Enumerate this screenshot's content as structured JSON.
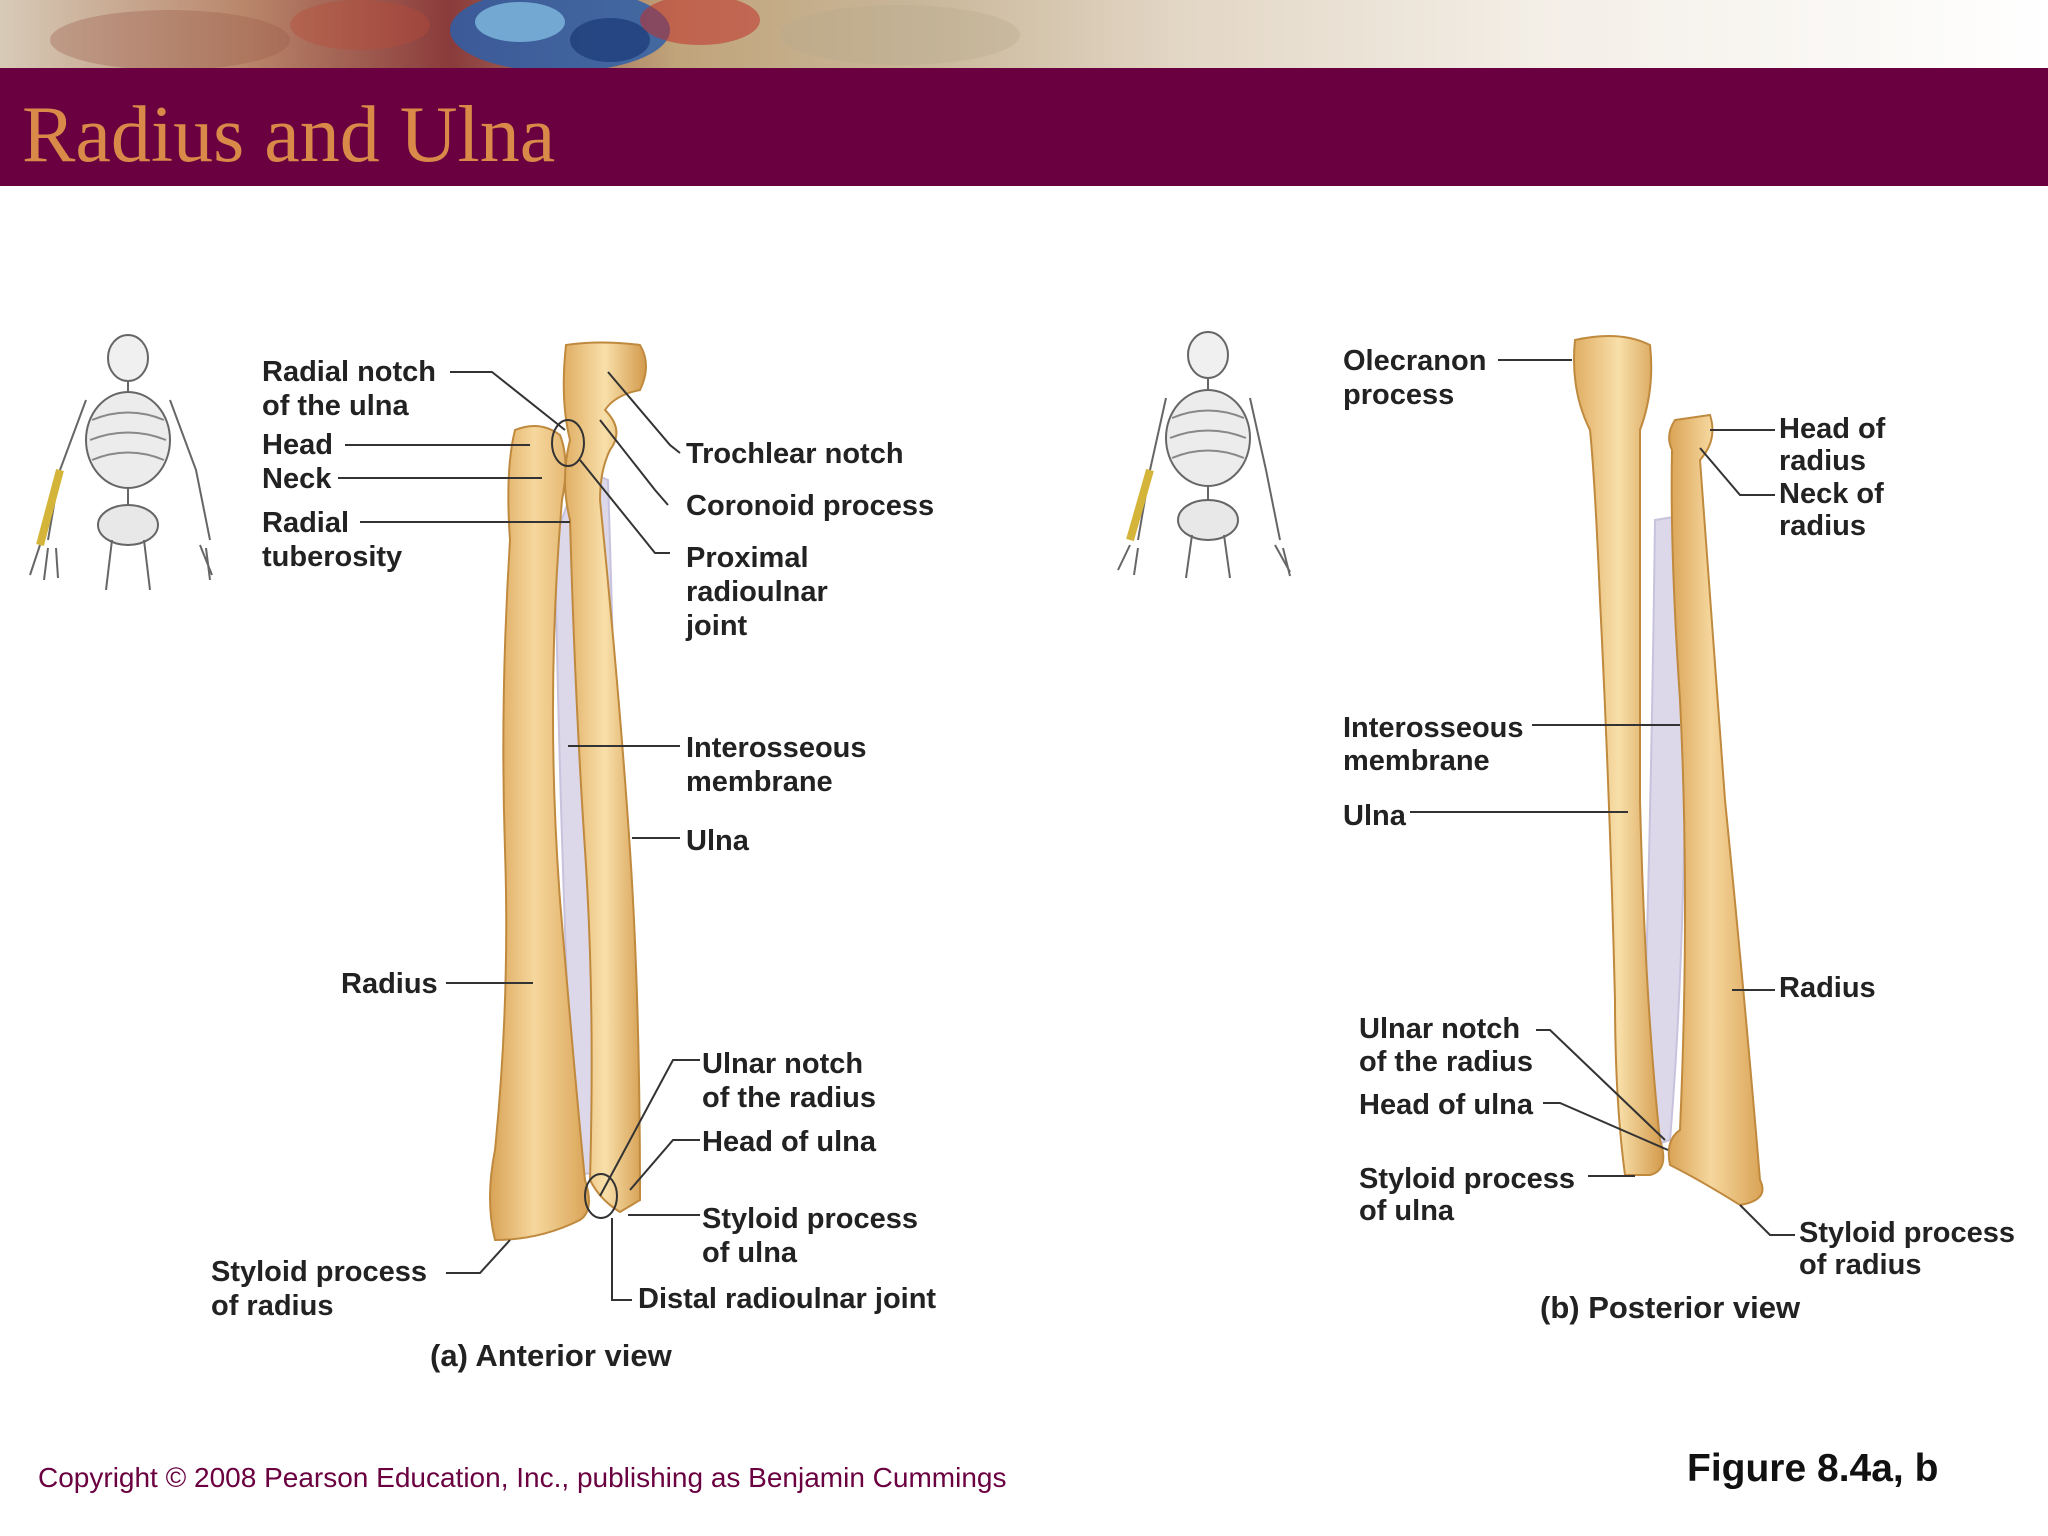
{
  "title": "Radius and Ulna",
  "anterior": {
    "caption": "(a) Anterior view",
    "labels": {
      "radial_notch": [
        "Radial notch",
        "of the ulna"
      ],
      "head": "Head",
      "neck": "Neck",
      "radial_tuberosity": [
        "Radial",
        "tuberosity"
      ],
      "trochlear_notch": "Trochlear notch",
      "coronoid_process": "Coronoid process",
      "proximal_radioulnar_joint": [
        "Proximal",
        "radioulnar",
        "joint"
      ],
      "interosseous_membrane": [
        "Interosseous",
        "membrane"
      ],
      "ulna": "Ulna",
      "radius": "Radius",
      "ulnar_notch": [
        "Ulnar notch",
        "of the radius"
      ],
      "head_of_ulna": "Head of ulna",
      "styloid_process_ulna": [
        "Styloid process",
        "of ulna"
      ],
      "distal_radioulnar_joint": "Distal radioulnar joint",
      "styloid_process_radius": [
        "Styloid process",
        "of radius"
      ]
    }
  },
  "posterior": {
    "caption": "(b) Posterior view",
    "labels": {
      "olecranon_process": [
        "Olecranon",
        "process"
      ],
      "head_of_radius": [
        "Head of",
        "radius"
      ],
      "neck_of_radius": [
        "Neck of",
        "radius"
      ],
      "interosseous_membrane": [
        "Interosseous",
        "membrane"
      ],
      "ulna": "Ulna",
      "radius": "Radius",
      "ulnar_notch": [
        "Ulnar notch",
        "of the radius"
      ],
      "head_of_ulna": "Head of ulna",
      "styloid_process_ulna": [
        "Styloid process",
        "of ulna"
      ],
      "styloid_process_radius": [
        "Styloid process",
        "of radius"
      ]
    }
  },
  "copyright": "Copyright © 2008 Pearson Education, Inc., publishing as Benjamin Cummings",
  "figure_number": "Figure 8.4a, b",
  "colors": {
    "title_bar": "#6a0040",
    "title_text": "#d98a48",
    "bone": "#f2c987",
    "bone_shade": "#d9a356",
    "membrane": "#dcd8ea",
    "highlight_bone": "#e8c040"
  }
}
